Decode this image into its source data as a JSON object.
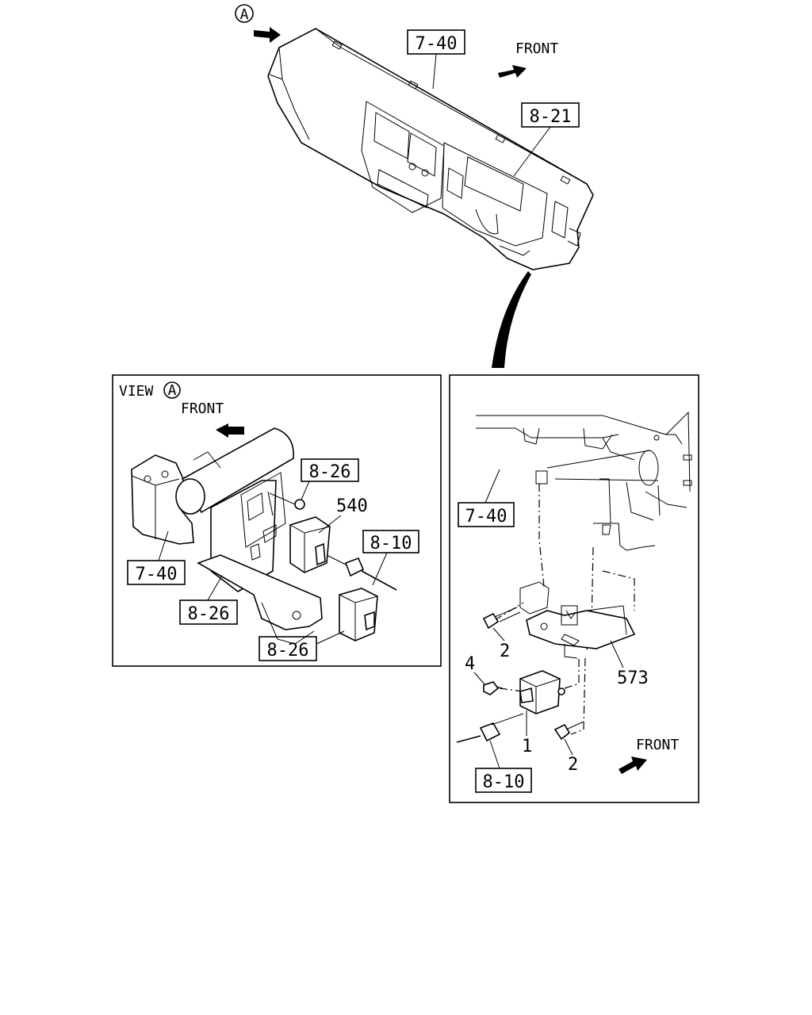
{
  "top": {
    "view_marker": "A",
    "front_label": "FRONT",
    "refs": [
      "7-40",
      "8-21"
    ]
  },
  "left_panel": {
    "view_label": "VIEW",
    "view_marker": "A",
    "front_label": "FRONT",
    "refs": [
      "8-26",
      "8-10",
      "7-40",
      "8-26",
      "8-26"
    ],
    "parts": [
      "540"
    ]
  },
  "right_panel": {
    "front_label": "FRONT",
    "refs": [
      "7-40",
      "8-10"
    ],
    "parts": [
      "2",
      "573",
      "4",
      "1",
      "2"
    ]
  }
}
